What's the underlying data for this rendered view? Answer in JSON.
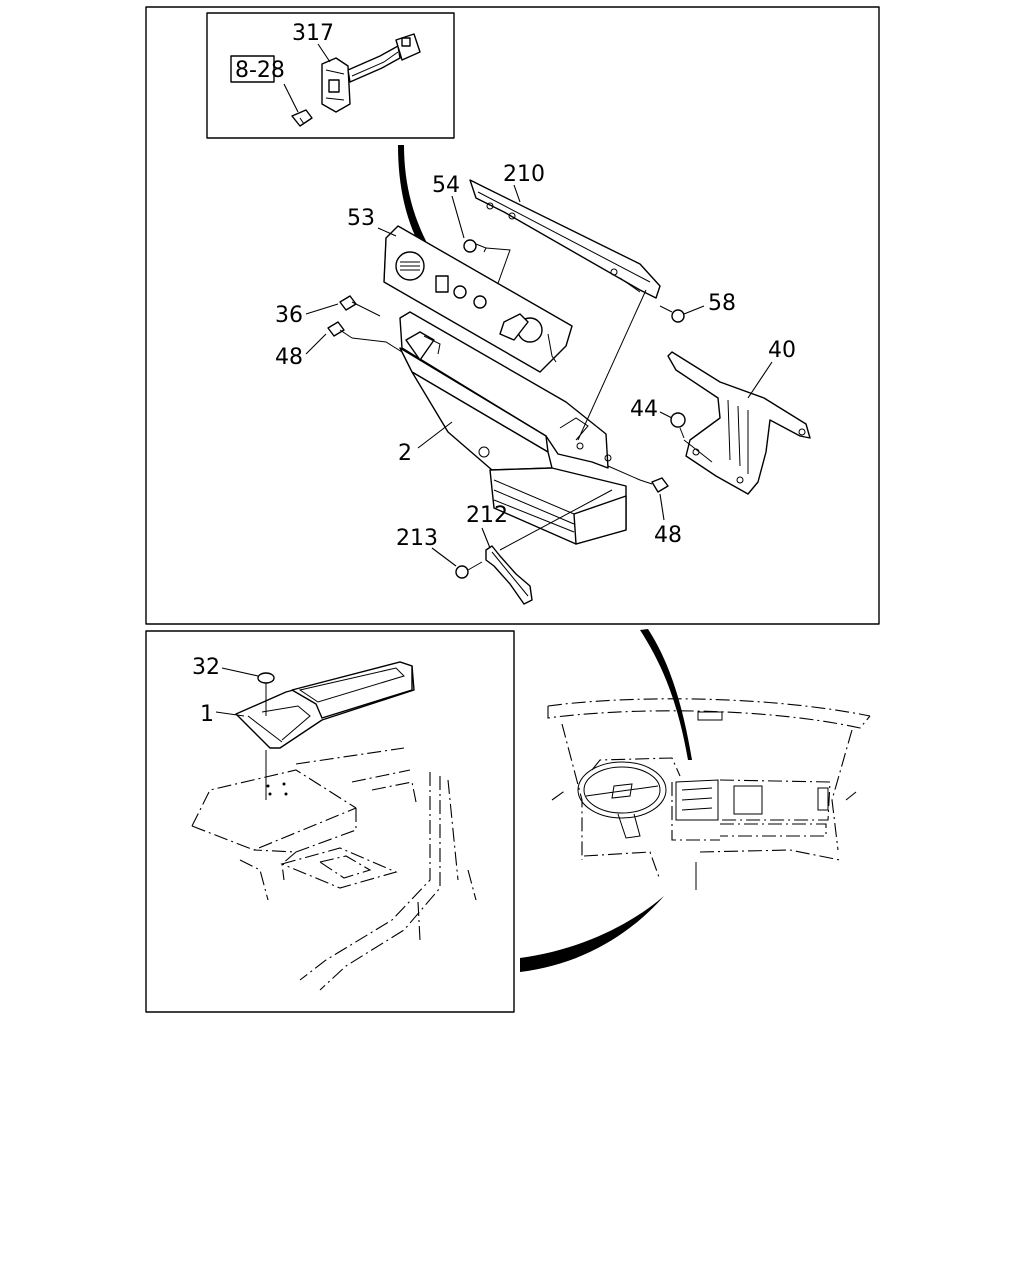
{
  "callouts": {
    "c317": "317",
    "c828": "8-28",
    "c210": "210",
    "c54": "54",
    "c53": "53",
    "c36": "36",
    "c58": "58",
    "c48a": "48",
    "c40": "40",
    "c44": "44",
    "c2": "2",
    "c48b": "48",
    "c212": "212",
    "c213": "213",
    "c32": "32",
    "c1": "1"
  }
}
